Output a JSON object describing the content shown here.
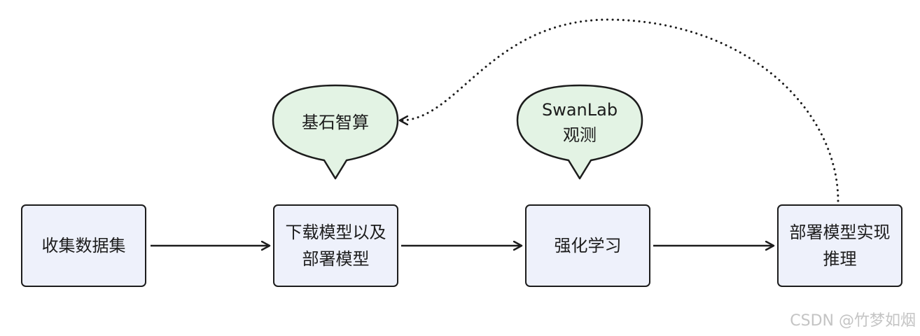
{
  "steps": {
    "collect": "收集数据集",
    "download_line1": "下载模型以及",
    "download_line2": "部署模型",
    "rl": "强化学习",
    "deploy_line1": "部署模型实现",
    "deploy_line2": "推理"
  },
  "bubbles": {
    "jishi": "基石智算",
    "swanlab_line1": "SwanLab",
    "swanlab_line2": "观测"
  },
  "watermark": "CSDN @竹梦如烟",
  "colors": {
    "box_fill": "#eef1fb",
    "bubble_fill": "#e3f3e4",
    "stroke": "#1c1c1c",
    "watermark": "#c4c4c4"
  }
}
